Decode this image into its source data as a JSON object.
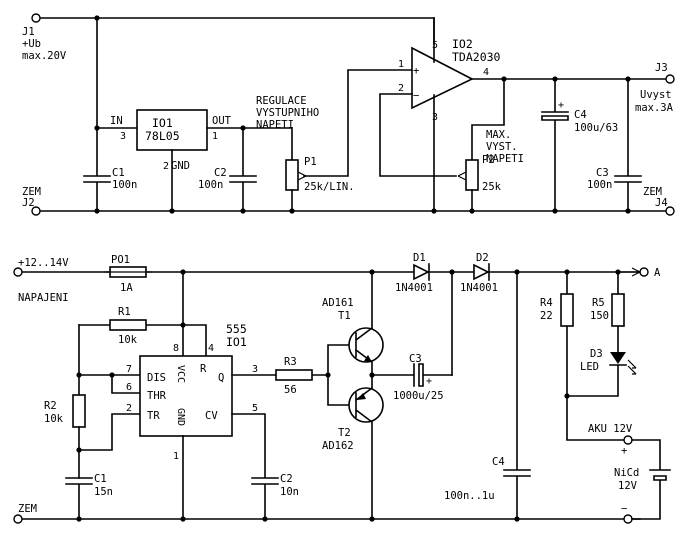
{
  "top": {
    "j1": "J1",
    "ub": "+Ub",
    "max_v": "max.20V",
    "j2": "J2",
    "zem_l": "ZEM",
    "j3": "J3",
    "j4": "J4",
    "zem_r": "ZEM",
    "uvyst": "Uvyst",
    "max_a": "max.3A",
    "io1": "IO1",
    "io1_type": "78L05",
    "io1_in": "IN",
    "io1_out": "OUT",
    "io1_gnd": "GND",
    "pin3": "3",
    "pin1": "1",
    "pin2": "2",
    "c1": "C1",
    "c1v": "100n",
    "c2": "C2",
    "c2v": "100n",
    "p1": "P1",
    "p1v": "25k/LIN.",
    "reg1": "REGULACE",
    "reg2": "VYSTUPNIHO",
    "reg3": "NAPETI",
    "io2": "IO2",
    "io2_type": "TDA2030",
    "op_p5": "5",
    "op_p1": "1",
    "op_p2": "2",
    "op_p3": "3",
    "op_p4": "4",
    "op_plus": "+",
    "op_minus": "−",
    "c4": "C4",
    "c4v": "100u/63",
    "c3": "C3",
    "c3v": "100n",
    "max1": "MAX.",
    "max2": "VYST.",
    "max3": "NAPETI",
    "p2": "P2",
    "p2v": "25k"
  },
  "bottom": {
    "supply": "+12..14V",
    "napajeni": "NAPAJENI",
    "po1": "PO1",
    "po1v": "1A",
    "r1": "R1",
    "r1v": "10k",
    "r2": "R2",
    "r2v": "10k",
    "c1": "C1",
    "c1v": "15n",
    "c2": "C2",
    "c2v": "10n",
    "ic": "555",
    "ic_id": "IO1",
    "dis": "DIS",
    "thr": "THR",
    "tr": "TR",
    "q": "Q",
    "r": "R",
    "cv": "CV",
    "vcc": "VCC",
    "gnd": "GND",
    "p8": "8",
    "p4": "4",
    "p7": "7",
    "p6": "6",
    "p2": "2",
    "p3": "3",
    "p5": "5",
    "p1": "1",
    "r3": "R3",
    "r3v": "56",
    "t1a": "AD161",
    "t1": "T1",
    "t2": "T2",
    "t2a": "AD162",
    "c3": "C3",
    "c3v": "1000u/25",
    "d1": "D1",
    "d1v": "1N4001",
    "d2": "D2",
    "d2v": "1N4001",
    "r4": "R4",
    "r4v": "22",
    "r5": "R5",
    "r5v": "150",
    "d3": "D3",
    "d3v": "LED",
    "a": "A",
    "aku": "AKU 12V",
    "nicd": "NiCd",
    "nicdv": "12V",
    "plus": "+",
    "minus": "−",
    "c4": "C4",
    "c4v": "100n..1u",
    "zem": "ZEM"
  }
}
